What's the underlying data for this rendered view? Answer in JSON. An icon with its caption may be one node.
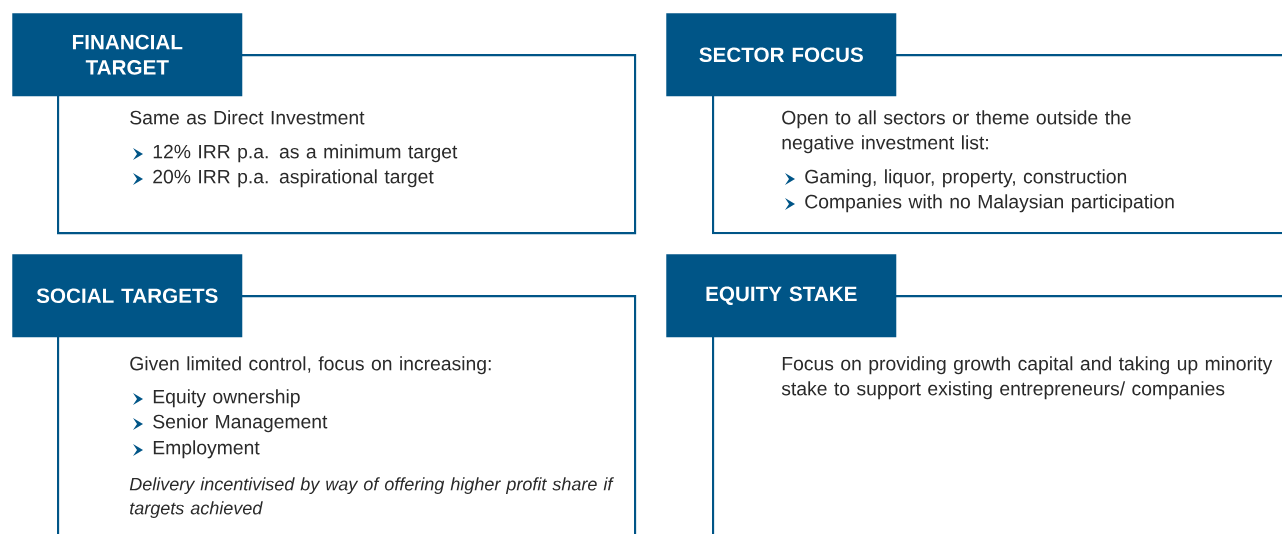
{
  "diagram": {
    "nodes": [
      {
        "text": [
          "FINANCIAL TARGET",
          "Same as Direct Investment",
          "12% IRR p.a. as a minimum target",
          "20% IRR p.a. aspirational target"
        ]
      },
      {
        "text": [
          "SECTOR FOCUS",
          "Open to all sectors or theme outside the negative investment list:",
          "Gaming, liquor, property, construction",
          "Companies with no Malaysian participation"
        ]
      },
      {
        "text": [
          "SOCIAL TARGETS",
          "Given limited control, focus on increasing:",
          "Equity ownership",
          "Senior Management",
          "Employment",
          "Delivery incentivised by way of offering higher profit share if targets achieved"
        ]
      },
      {
        "text": [
          "EQUITY STAKE",
          "Focus on providing growth capital and taking up minority stake to support existing entrepreneurs/ companies"
        ]
      }
    ]
  }
}
